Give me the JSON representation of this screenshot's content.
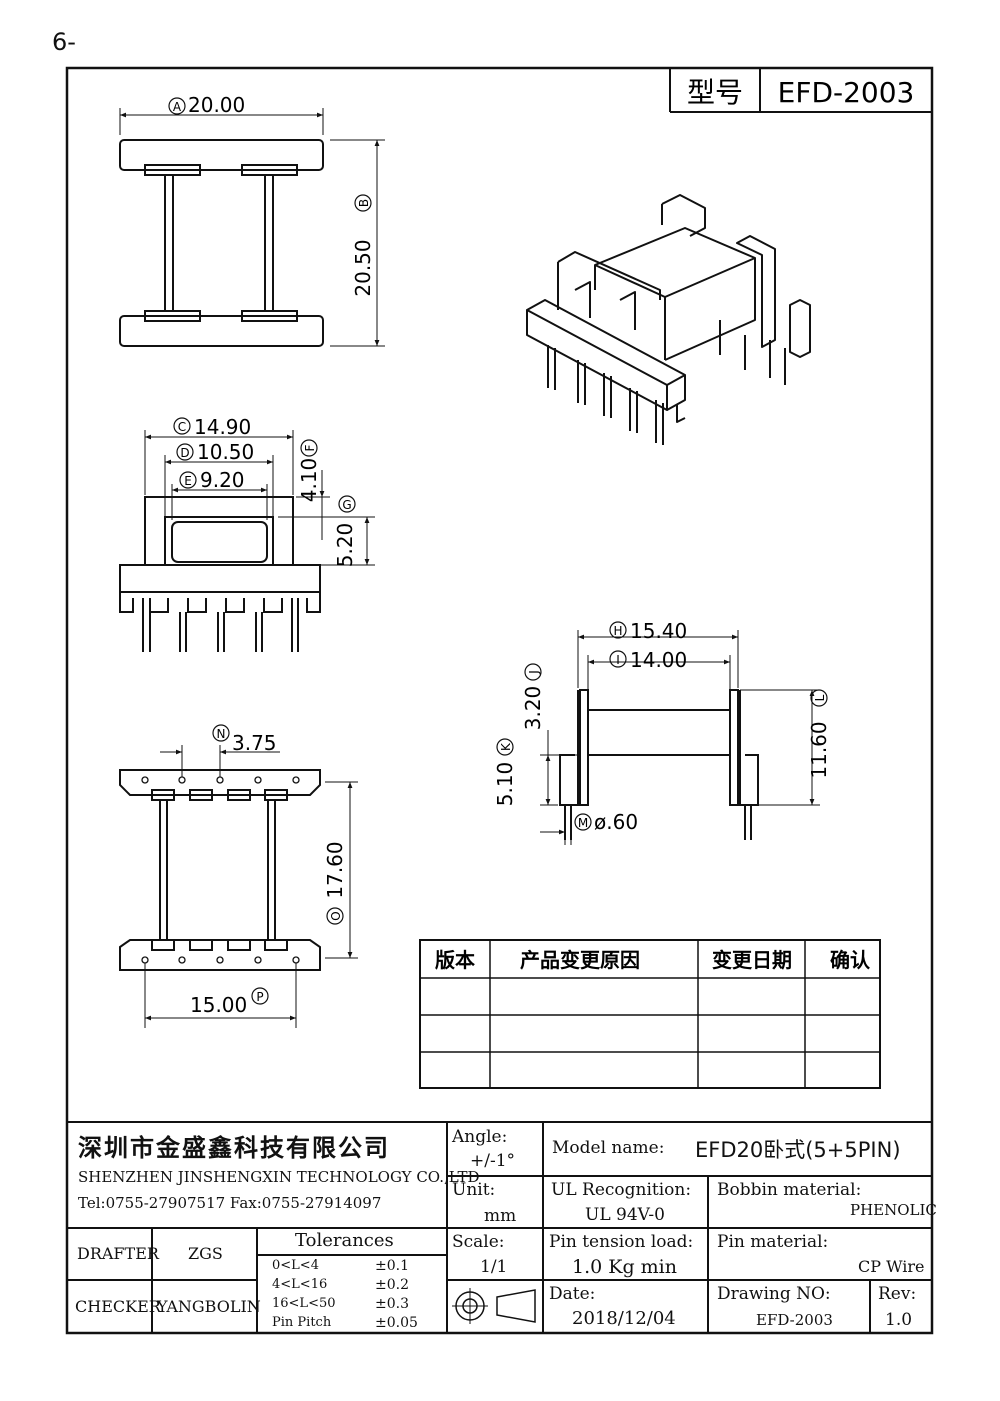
{
  "page_number": "6-",
  "header": {
    "model_label": "型号",
    "model_value": "EFD-2003"
  },
  "dimensions": {
    "A": "A",
    "A_val": "20.00",
    "B": "B",
    "B_val": "20.50",
    "C": "C",
    "C_val": "14.90",
    "D": "D",
    "D_val": "10.50",
    "E": "E",
    "E_val": "9.20",
    "F": "F",
    "F_val": "4.10",
    "G": "G",
    "G_val": "5.20",
    "H": "H",
    "H_val": "15.40",
    "I": "I",
    "I_val": "14.00",
    "J": "J",
    "J_val": "3.20",
    "K": "K",
    "K_val": "5.10",
    "L": "L",
    "L_val": "11.60",
    "M": "M",
    "M_val": "ø.60",
    "N": "N",
    "N_val": "3.75",
    "O": "O",
    "O_val": "17.60",
    "P": "P",
    "P_val": "15.00"
  },
  "revision_table": {
    "headers": [
      "版本",
      "产品变更原因",
      "变更日期",
      "确认"
    ],
    "rows": [
      [
        "",
        "",
        "",
        ""
      ],
      [
        "",
        "",
        "",
        ""
      ],
      [
        "",
        "",
        "",
        ""
      ]
    ]
  },
  "title_block": {
    "company_cn": "深圳市金盛鑫科技有限公司",
    "company_en": "SHENZHEN JINSHENGXIN TECHNOLOGY CO.,LTD",
    "tel_fax": "Tel:0755-27907517  Fax:0755-27914097",
    "drafter_label": "DRAFTER",
    "drafter": "ZGS",
    "checker_label": "CHECKER",
    "checker": "YANGBOLIN",
    "tolerances_label": "Tolerances",
    "tolerances": [
      {
        "range": "0<L<4",
        "value": "±0.1"
      },
      {
        "range": "4<L<16",
        "value": "±0.2"
      },
      {
        "range": "16<L<50",
        "value": "±0.3"
      },
      {
        "range": "Pin Pitch",
        "value": "±0.05"
      }
    ],
    "angle_label": "Angle:",
    "angle_value": "+/-1°",
    "unit_label": "Unit:",
    "unit_value": "mm",
    "scale_label": "Scale:",
    "scale_value": "1/1",
    "model_name_label": "Model name:",
    "model_name": "EFD20卧式(5+5PIN)",
    "ul_label": "UL Recognition:",
    "ul_value": "UL 94V-0",
    "bobbin_label": "Bobbin material:",
    "bobbin_value": "PHENOLIC",
    "pin_tension_label": "Pin tension load:",
    "pin_tension_value": "1.0 Kg min",
    "pin_material_label": "Pin material:",
    "pin_material_value": "CP Wire",
    "date_label": "Date:",
    "date_value": "2018/12/04",
    "drawing_no_label": "Drawing NO:",
    "drawing_no": "EFD-2003",
    "rev_label": "Rev:",
    "rev_value": "1.0"
  }
}
